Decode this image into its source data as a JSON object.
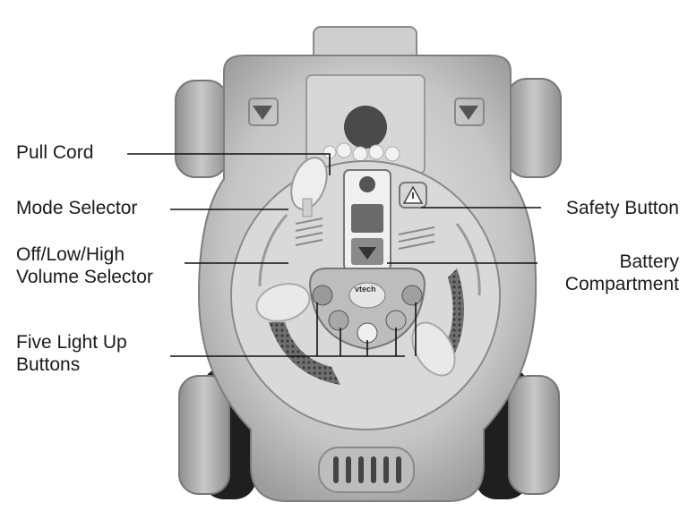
{
  "diagram": {
    "labels": {
      "pull_cord": "Pull Cord",
      "mode_selector": "Mode Selector",
      "volume_selector": [
        "Off/Low/High",
        "Volume  Selector"
      ],
      "five_buttons": [
        "Five Light Up",
        "Buttons"
      ],
      "safety_button": "Safety Button",
      "battery_compartment": [
        "Battery",
        "Compartment"
      ]
    },
    "brand_logo_text": "vtech",
    "colors": {
      "body": "#c9c9c9",
      "body_dark": "#8e8e8e",
      "wheel": "#b5b5b5",
      "tire": "#2a2a2a",
      "panel": "#e2e2e2",
      "line": "#111111"
    }
  }
}
